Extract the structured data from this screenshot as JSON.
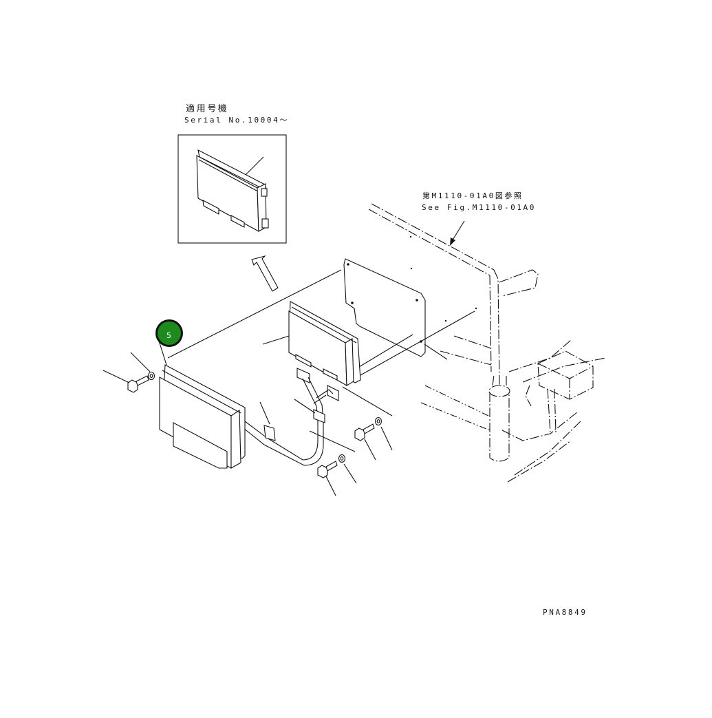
{
  "applicability_jp": "適用号機",
  "serial_label": "Serial No.10004〜",
  "reference_jp": "第M1110-01A0図参照",
  "reference_en": "See Fig.M1110-01A0",
  "drawing_number": "PNA8849",
  "callout": {
    "number": "5",
    "color": "#1e8a1e"
  }
}
